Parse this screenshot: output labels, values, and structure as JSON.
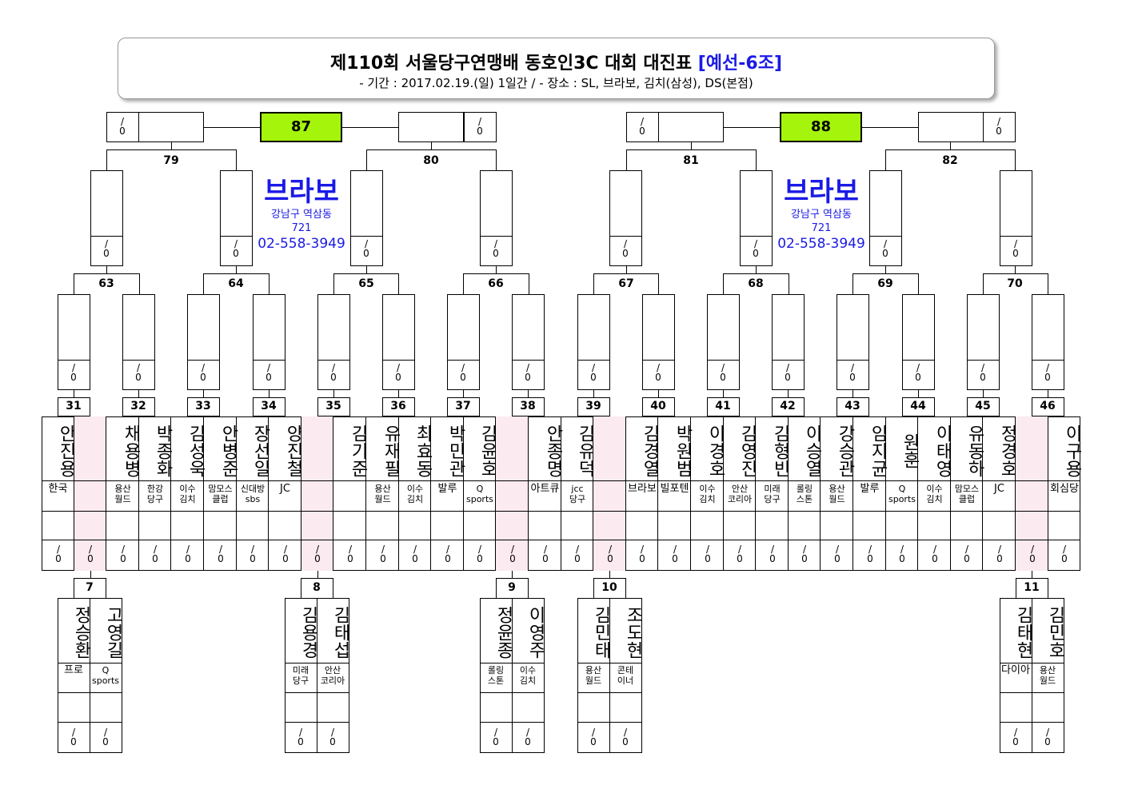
{
  "header": {
    "title": "제110회 서울당구연맹배 동호인3C 대회 대진표",
    "group": "[예선-6조]",
    "subtitle": "- 기간 : 2017.02.19.(일) 1일간 / - 장소 : SL, 브라보, 김치(삼성), DS(본점)"
  },
  "finals": [
    {
      "label": "87"
    },
    {
      "label": "88"
    }
  ],
  "semis": [
    "79",
    "80",
    "81",
    "82"
  ],
  "quarters": [
    "63",
    "64",
    "65",
    "66",
    "67",
    "68",
    "69",
    "70"
  ],
  "rounds": [
    "31",
    "32",
    "33",
    "34",
    "35",
    "36",
    "37",
    "38",
    "39",
    "40",
    "41",
    "42",
    "43",
    "44",
    "45",
    "46"
  ],
  "venue": {
    "name": "브라보",
    "addr1": "강남구 역삼동",
    "addr2": "721",
    "phone": "02-558-3949"
  },
  "score_mark": "/",
  "score_zero": "0",
  "players": [
    {
      "name": "안진용",
      "club": "한국"
    },
    {
      "name": "",
      "club": ""
    },
    {
      "name": "채용병",
      "club": "용산\n월드"
    },
    {
      "name": "박종화",
      "club": "한강\n당구"
    },
    {
      "name": "김성욱",
      "club": "이수\n김치"
    },
    {
      "name": "안병준",
      "club": "맘모스\n클럽"
    },
    {
      "name": "장선일",
      "club": "신대방\nsbs"
    },
    {
      "name": "양진철",
      "club": "JC"
    },
    {
      "name": "",
      "club": ""
    },
    {
      "name": "김기준",
      "club": ""
    },
    {
      "name": "유재필",
      "club": "용산\n월드"
    },
    {
      "name": "최효동",
      "club": "이수\n김치"
    },
    {
      "name": "박민관",
      "club": "발루"
    },
    {
      "name": "김윤호",
      "club": "Q\nsports"
    },
    {
      "name": "",
      "club": ""
    },
    {
      "name": "안종명",
      "club": "아트큐"
    },
    {
      "name": "김유덕",
      "club": "jcc\n당구"
    },
    {
      "name": "",
      "club": ""
    },
    {
      "name": "김경열",
      "club": "브라보"
    },
    {
      "name": "박원범",
      "club": "빌포텐"
    },
    {
      "name": "이경호",
      "club": "이수\n김치"
    },
    {
      "name": "김영진",
      "club": "안산\n코리아"
    },
    {
      "name": "김형빈",
      "club": "미래\n당구"
    },
    {
      "name": "이승열",
      "club": "롤링\n스톤"
    },
    {
      "name": "강승관",
      "club": "용산\n월드"
    },
    {
      "name": "임지균",
      "club": "발루"
    },
    {
      "name": "원훈",
      "club": "Q\nsports"
    },
    {
      "name": "이태영",
      "club": "이수\n김치"
    },
    {
      "name": "유동하",
      "club": "맘모스\n클럽"
    },
    {
      "name": "정경호",
      "club": "JC"
    },
    {
      "name": "",
      "club": ""
    },
    {
      "name": "이구용",
      "club": "회심당"
    }
  ],
  "prelims": [
    {
      "num": "7",
      "p1": {
        "name": "정승환",
        "club": "프로"
      },
      "p2": {
        "name": "고영길",
        "club": "Q\nsports"
      }
    },
    {
      "num": "8",
      "p1": {
        "name": "김용경",
        "club": "미래\n당구"
      },
      "p2": {
        "name": "김태섭",
        "club": "안산\n코리아"
      }
    },
    {
      "num": "9",
      "p1": {
        "name": "정윤종",
        "club": "롤링\n스톤"
      },
      "p2": {
        "name": "이영주",
        "club": "이수\n김치"
      }
    },
    {
      "num": "10",
      "p1": {
        "name": "김민태",
        "club": "용산\n월드"
      },
      "p2": {
        "name": "조도현",
        "club": "콘테\n이너"
      }
    },
    {
      "num": "11",
      "p1": {
        "name": "김태현",
        "club": "다이아"
      },
      "p2": {
        "name": "김민호",
        "club": "용산\n월드"
      }
    }
  ],
  "colors": {
    "final_fill": "#a4f40c",
    "venue_blue": "#1a1ae6",
    "bye_pink": "#fbeaf0"
  }
}
